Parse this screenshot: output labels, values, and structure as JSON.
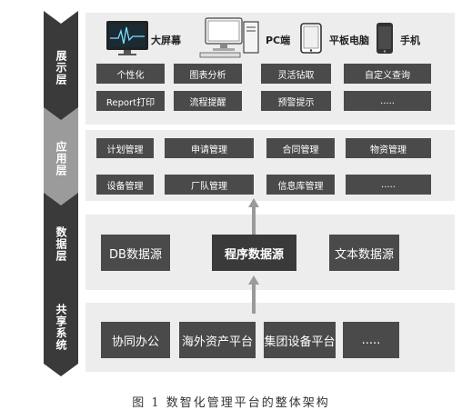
{
  "layers": {
    "display": {
      "label": "展示层",
      "devices": [
        "大屏幕",
        "PC端",
        "平板电脑",
        "手机"
      ],
      "items": [
        "个性化",
        "图表分析",
        "灵活钻取",
        "自定义查询",
        "Report打印",
        "流程提醒",
        "预警提示",
        "....."
      ]
    },
    "application": {
      "label": "应用层",
      "items": [
        "计划管理",
        "申请管理",
        "合同管理",
        "物资管理",
        "设备管理",
        "厂队管理",
        "信息库管理",
        "....."
      ]
    },
    "data": {
      "label": "数据层",
      "items": [
        "DB数据源",
        "程序数据源",
        "文本数据源"
      ]
    },
    "shared": {
      "label": "共享系统",
      "items": [
        "协同办公",
        "海外资产平台",
        "集团设备平台",
        "....."
      ]
    }
  },
  "caption": "图 1   数智化管理平台的整体架构"
}
